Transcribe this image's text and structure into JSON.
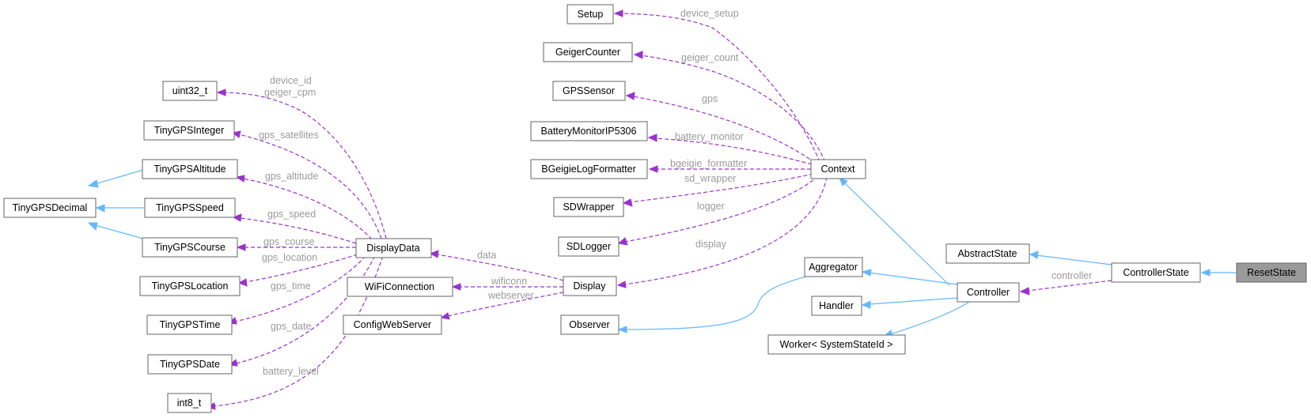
{
  "diagram": {
    "nodes": {
      "setup": "Setup",
      "geiger_counter": "GeigerCounter",
      "gps_sensor": "GPSSensor",
      "battery_monitor_ip5306": "BatteryMonitorIP5306",
      "bgeigie_log_formatter": "BGeigieLogFormatter",
      "sd_wrapper": "SDWrapper",
      "sd_logger": "SDLogger",
      "context": "Context",
      "uint32_t": "uint32_t",
      "tiny_gps_integer": "TinyGPSInteger",
      "tiny_gps_altitude": "TinyGPSAltitude",
      "tiny_gps_decimal": "TinyGPSDecimal",
      "tiny_gps_speed": "TinyGPSSpeed",
      "tiny_gps_course": "TinyGPSCourse",
      "tiny_gps_location": "TinyGPSLocation",
      "tiny_gps_time": "TinyGPSTime",
      "tiny_gps_date": "TinyGPSDate",
      "int8_t": "int8_t",
      "display_data": "DisplayData",
      "wifi_connection": "WiFiConnection",
      "config_web_server": "ConfigWebServer",
      "display": "Display",
      "observer": "Observer",
      "aggregator": "Aggregator",
      "handler": "Handler",
      "worker": "Worker< SystemStateId >",
      "controller": "Controller",
      "abstract_state": "AbstractState",
      "controller_state": "ControllerState",
      "reset_state": "ResetState"
    },
    "edge_labels": {
      "device_setup": "device_setup",
      "geiger_count": "geiger_count",
      "gps": "gps",
      "battery_monitor": "battery_monitor",
      "bgeigie_formatter": "bgeigie_formatter",
      "sd_wrapper": "sd_wrapper",
      "logger": "logger",
      "display": "display",
      "device_id": "device_id",
      "geiger_cpm": "geiger_cpm",
      "gps_satellites": "gps_satellites",
      "gps_altitude": "gps_altitude",
      "gps_speed": "gps_speed",
      "gps_course": "gps_course",
      "gps_location": "gps_location",
      "gps_time": "gps_time",
      "gps_date": "gps_date",
      "battery_level": "battery_level",
      "data": "data",
      "wificonn": "wificonn",
      "webserver": "webserver",
      "controller": "controller"
    },
    "colors": {
      "inheritance": "#63b8ff",
      "usage": "#9a32cd",
      "edge_label": "#9a9a9a",
      "highlight_node": "#9a9a9a"
    }
  }
}
